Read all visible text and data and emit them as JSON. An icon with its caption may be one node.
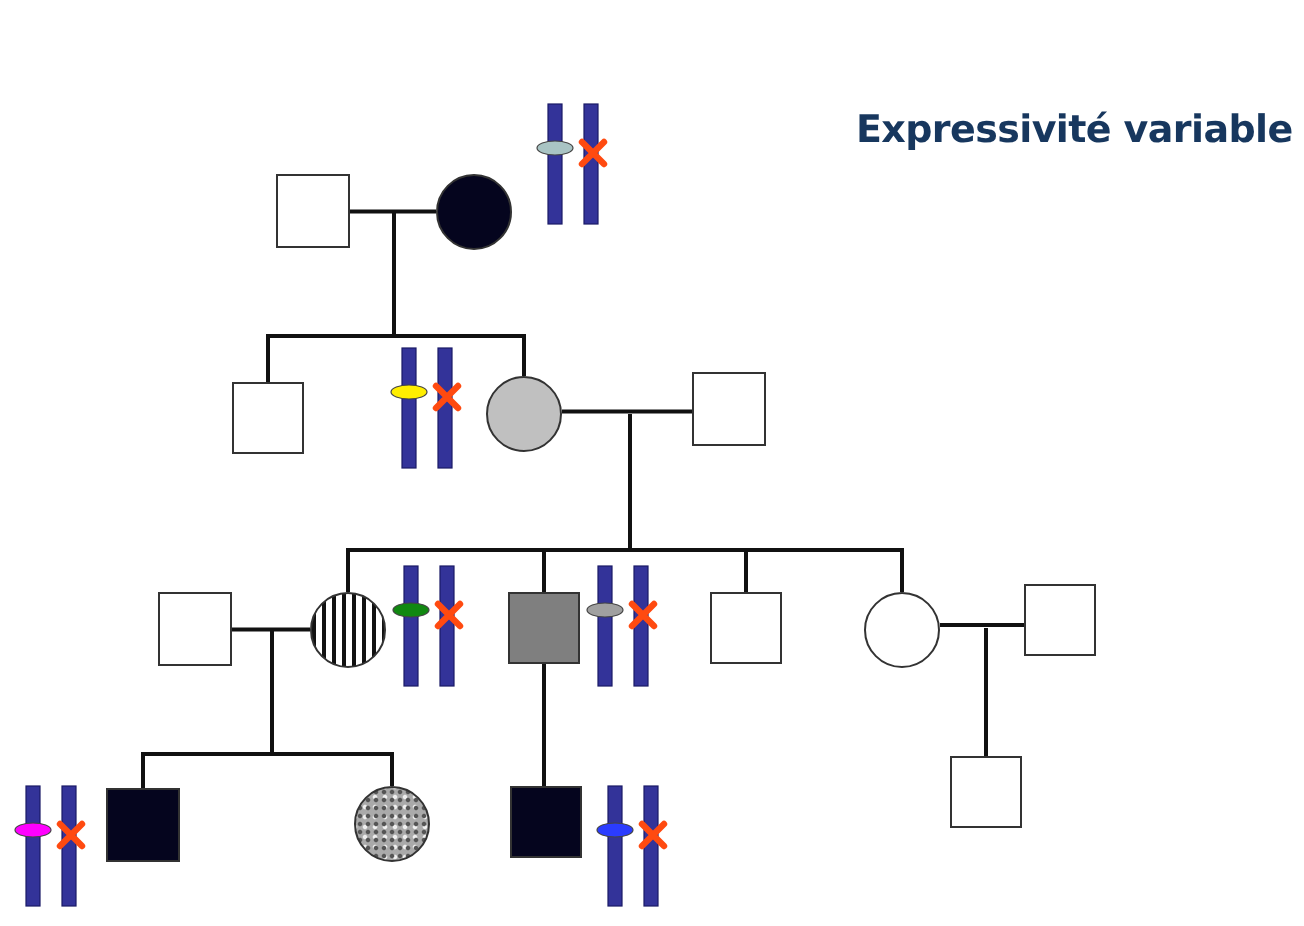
{
  "diagram": {
    "title": "Expressivité variable",
    "nodes": [
      {
        "text": [],
        "shape": "box"
      },
      {
        "text": [],
        "shape": "circle"
      },
      {
        "text": [],
        "shape": "box"
      },
      {
        "text": [],
        "shape": "circle"
      },
      {
        "text": [],
        "shape": "box"
      },
      {
        "text": [],
        "shape": "box"
      },
      {
        "text": [],
        "shape": "circle"
      },
      {
        "text": [],
        "shape": "box"
      },
      {
        "text": [],
        "shape": "box"
      },
      {
        "text": [],
        "shape": "circle"
      },
      {
        "text": [],
        "shape": "box"
      },
      {
        "text": [],
        "shape": "box"
      },
      {
        "text": [],
        "shape": "circle"
      },
      {
        "text": [],
        "shape": "box"
      },
      {
        "text": [],
        "shape": "box"
      }
    ],
    "edges": [
      {
        "from": 0,
        "to": 1,
        "arrow": "none"
      },
      {
        "from": null,
        "to": 2,
        "arrow": "none"
      },
      {
        "from": null,
        "to": 3,
        "arrow": "none"
      },
      {
        "from": 3,
        "to": 4,
        "arrow": "none"
      },
      {
        "from": null,
        "to": 6,
        "arrow": "none"
      },
      {
        "from": null,
        "to": 7,
        "arrow": "none"
      },
      {
        "from": null,
        "to": 8,
        "arrow": "none"
      },
      {
        "from": null,
        "to": 9,
        "arrow": "none"
      },
      {
        "from": 5,
        "to": 6,
        "arrow": "none"
      },
      {
        "from": null,
        "to": 11,
        "arrow": "none"
      },
      {
        "from": null,
        "to": 12,
        "arrow": "none"
      },
      {
        "from": 7,
        "to": 13,
        "arrow": "none"
      },
      {
        "from": 9,
        "to": 10,
        "arrow": "none"
      },
      {
        "from": null,
        "to": 14,
        "arrow": "none"
      }
    ]
  }
}
